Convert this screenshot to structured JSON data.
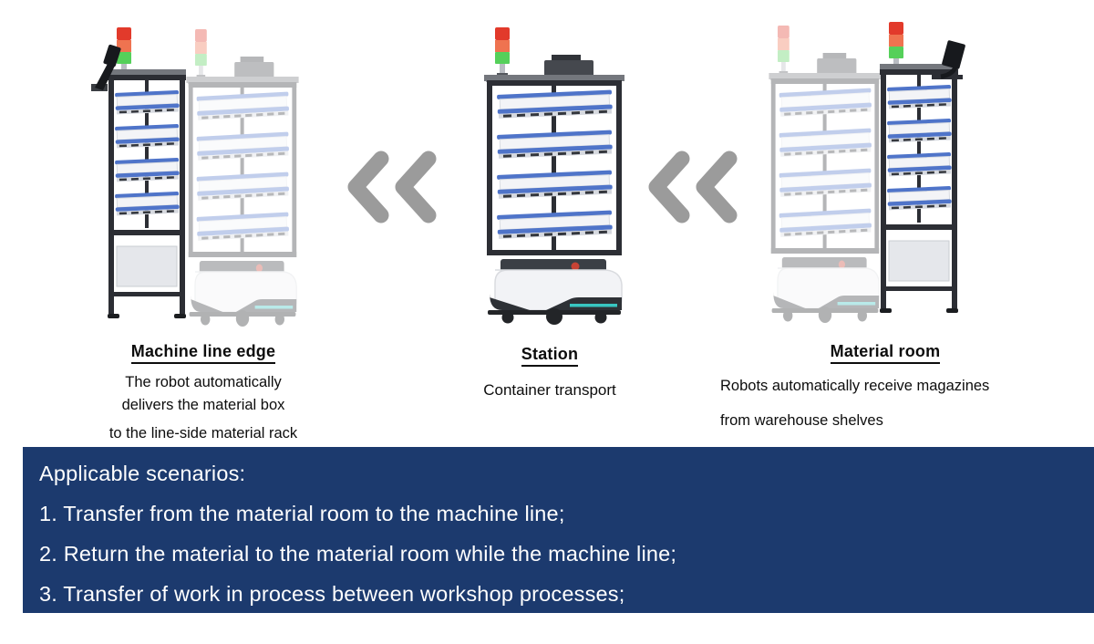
{
  "machine_line_edge": {
    "title": "Machine line edge",
    "description_lines": [
      "The robot automatically",
      "delivers the material box",
      "to the line-side material rack"
    ]
  },
  "station": {
    "title": "Station",
    "description_lines": [
      "Container transport"
    ]
  },
  "material_room": {
    "title": "Material room",
    "description_lines": [
      "Robots automatically receive magazines",
      "from warehouse shelves"
    ]
  },
  "banner": {
    "title": "Applicable scenarios:",
    "items": [
      "1. Transfer from the material room to the machine line;",
      "2. Return the material to the material room while the machine line;",
      "3. Transfer of work in process between workshop processes;"
    ],
    "background_color": "#1c3a6e",
    "text_color": "#ffffff"
  },
  "flow": {
    "direction": "right-to-left",
    "arrow_icon": "double-chevron-left",
    "arrow_color": "#9b9b9b"
  },
  "illustration_colors": {
    "signal_tower_red": "#e23a2b",
    "signal_tower_orange": "#ef7350",
    "signal_tower_green": "#55d05a",
    "rack_frame": "#2c2e34",
    "shelf_rail_blue": "#4f74c9",
    "robot_teal_stripe": "#38c6c2",
    "estop_red": "#c84335"
  }
}
